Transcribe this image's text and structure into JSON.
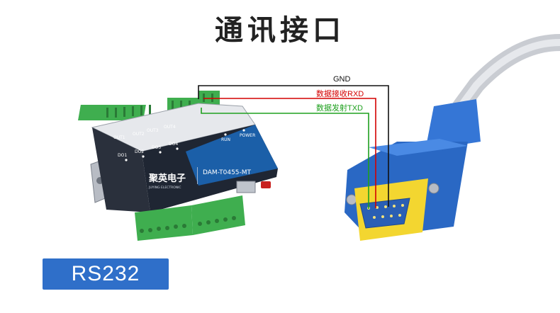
{
  "title": "通讯接口",
  "badge": {
    "text": "RS232",
    "color": "#2f6fc9"
  },
  "wires": {
    "gnd": {
      "label": "GND",
      "color": "#111111"
    },
    "rxd": {
      "label": "数据接收RXD",
      "color": "#d40000"
    },
    "txd": {
      "label": "数据发射TXD",
      "color": "#1ea01e"
    }
  },
  "device": {
    "brand": "聚英电子",
    "brand_en": "JUYING ELECTRONIC",
    "model": "DAM-T0455-MT",
    "outputs": [
      "OUT1",
      "OUT2",
      "OUT3",
      "OUT4"
    ],
    "inputs": [
      "DO1",
      "DO2",
      "DO3",
      "DO4"
    ],
    "indicators": [
      "RUN",
      "POWER"
    ]
  },
  "colors": {
    "device_body": "#1f2633",
    "device_accent": "#1b5fa8",
    "terminal": "#3fae4f",
    "db9_shell": "#2a68c4",
    "db9_face": "#f3d630"
  }
}
